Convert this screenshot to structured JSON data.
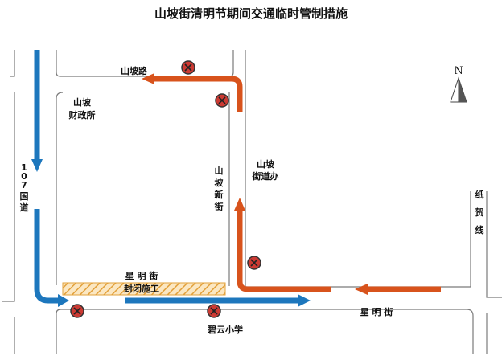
{
  "title": "山坡街清明节期间交通临时管制措施",
  "labels": {
    "shanpo_road": "山坡路",
    "finance_office": [
      "山坡",
      "财政所"
    ],
    "shanpo_xinjie": [
      "山",
      "坡",
      "新",
      "街"
    ],
    "subdistrict_office": [
      "山坡",
      "街道办"
    ],
    "national_road": [
      "1",
      "0",
      "7",
      "国",
      "道"
    ],
    "zhihe_line": [
      "纸",
      "贺",
      "线"
    ],
    "xingming_closed": [
      "星 明 街",
      "封闭施工"
    ],
    "xingming_street": "星 明 街",
    "school": "碧云小学"
  },
  "compass": {
    "label": "N"
  },
  "colors": {
    "blue_route": "#1d77bd",
    "orange_route": "#d8531c",
    "no_entry_fill": "#cc3a33",
    "no_entry_ring": "#333333",
    "road_line": "#7a7a7a",
    "construction": "#e2a03a"
  },
  "no_entry_signs": 5
}
